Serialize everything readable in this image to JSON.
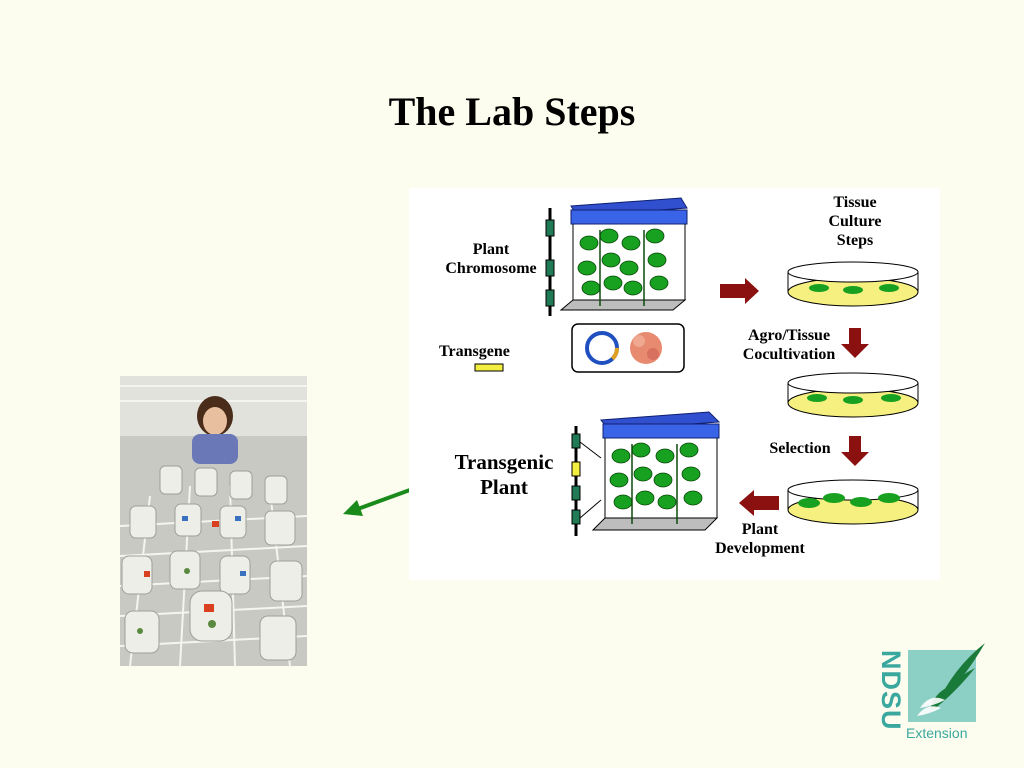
{
  "title": "The Lab Steps",
  "diagram": {
    "plant_chromosome": "Plant\nChromosome",
    "transgene": "Transgene",
    "tissue_culture_steps": "Tissue\nCulture\nSteps",
    "agro_tissue": "Agro/Tissue\nCocultivation",
    "selection": "Selection",
    "transgenic_plant": "Transgenic\nPlant",
    "plant_development": "Plant\nDevelopment"
  },
  "logo": {
    "name": "NDSU",
    "sub": "Extension"
  },
  "colors": {
    "background": "#fdfdef",
    "chamber_lid": "#3050d0",
    "leaf_green": "#18a020",
    "arrow_red": "#8b1010",
    "pointer_arrow": "#1a8a1a",
    "transgene_yellow": "#f4ee40",
    "logo_teal": "#3aa89e"
  }
}
